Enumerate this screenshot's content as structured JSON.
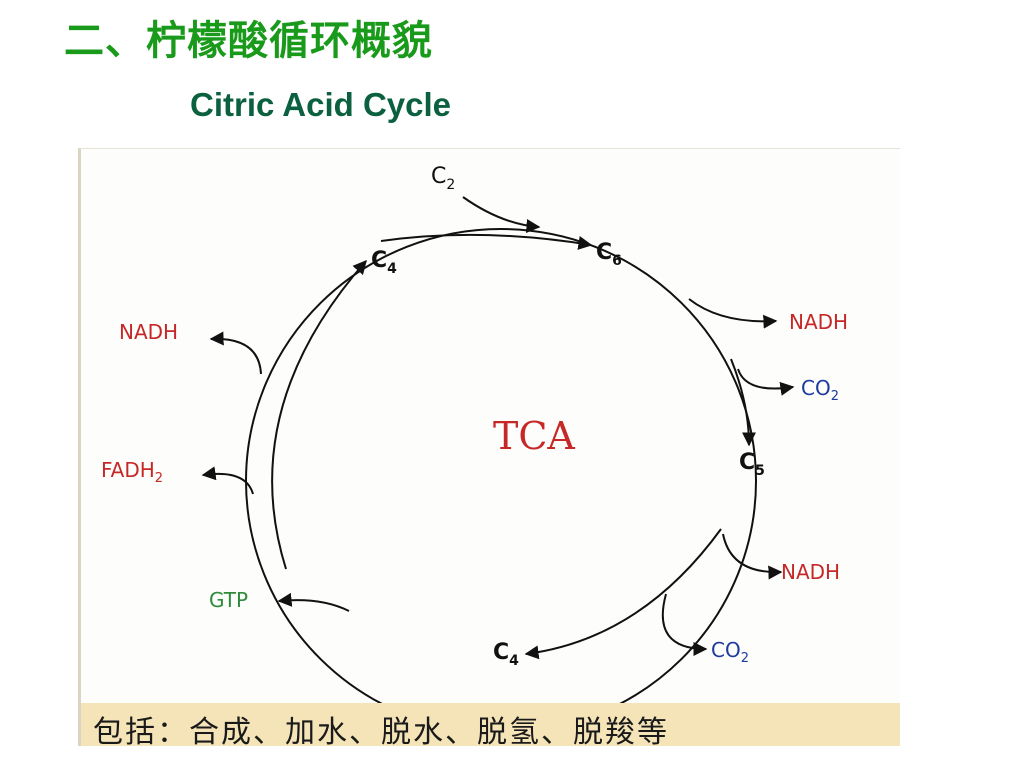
{
  "title": "二、柠檬酸循环概貌",
  "subtitle": "Citric Acid Cycle",
  "diagram": {
    "center_label": "TCA",
    "nodes": {
      "c2": {
        "main": "C",
        "sub": "2"
      },
      "c4_top": {
        "main": "C",
        "sub": "4"
      },
      "c6": {
        "main": "C",
        "sub": "6"
      },
      "c5": {
        "main": "C",
        "sub": "5"
      },
      "c4_bottom": {
        "main": "C",
        "sub": "4"
      }
    },
    "products": {
      "nadh_right_1": "NADH",
      "co2_right_1": {
        "main": "CO",
        "sub": "2"
      },
      "nadh_right_2": "NADH",
      "co2_bottom": {
        "main": "CO",
        "sub": "2"
      },
      "nadh_left": "NADH",
      "fadh2_left": {
        "main": "FADH",
        "sub": "2"
      },
      "gtp_left": "GTP"
    },
    "colors": {
      "nadh": "#c62828",
      "fadh2": "#c62828",
      "co2": "#1e3a9e",
      "gtp": "#2e8b3a",
      "tca": "#c62828",
      "title": "#1a9a1a",
      "subtitle": "#0b6040",
      "band": "#f4e4b8"
    }
  },
  "summary": "包括：合成、加水、脱水、脱氢、脱羧等"
}
